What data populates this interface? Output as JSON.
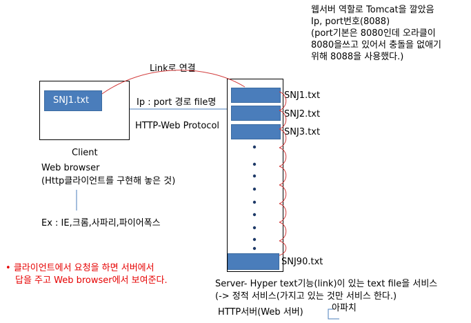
{
  "top_note": {
    "lines": [
      "웹서버 역할로 Tomcat을 깔았음",
      "Ip, port번호(8088)",
      "(port기본은 8080인데 오라클이",
      "8080을쓰고 있어서 충돌을 없애기",
      "위해 8088을 사용했다.)"
    ]
  },
  "link_label": "Link로 연결",
  "ip_label": "Ip : port 경로 file명",
  "protocol_label": "HTTP-Web Protocol",
  "client": {
    "doc_label": "SNJ1.txt",
    "caption": "Client",
    "browser": "Web browser",
    "browser_desc": "(Http클라이언트를 구현해 놓은 것)",
    "examples": "Ex : IE,크롬,사파리,파이어폭스"
  },
  "server": {
    "files": [
      "SNJ1.txt",
      "SNJ2.txt",
      "SNJ3.txt",
      "SNJ90.txt"
    ],
    "desc1": "Server- Hyper text기능(link)이 있는 text file을 서비스",
    "desc2": "(-> 정적 서비스(가지고 있는 것만 서비스 한다.)",
    "http_server": "HTTP서버(Web 서버)",
    "apache": "아파치"
  },
  "bullet": {
    "line1": "클라이언트에서 요청을 하면 서버에서",
    "line2": "답을 주고 Web browser에서 보여준다."
  },
  "colors": {
    "doc_fill": "#4a7dbb",
    "curve": "#d23b3b",
    "connector": "#4a7dbb",
    "bullet_text": "#e60000"
  }
}
